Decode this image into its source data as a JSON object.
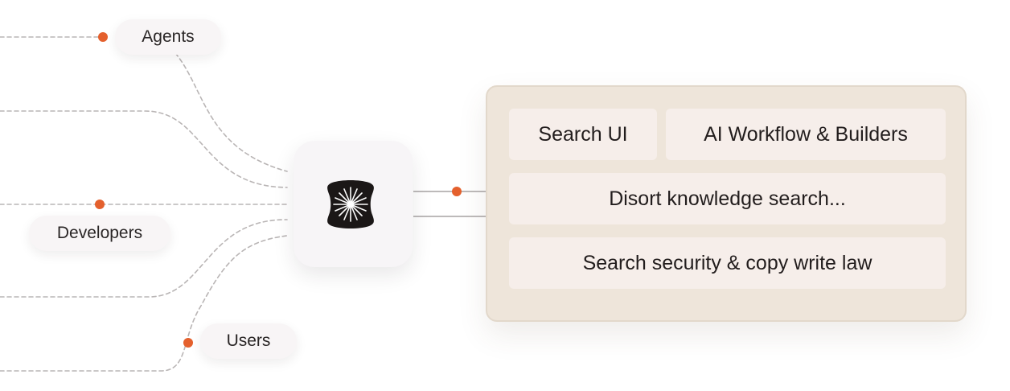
{
  "sources": {
    "agents": "Agents",
    "developers": "Developers",
    "users": "Users"
  },
  "hub": {
    "icon": "star-burst-logo-icon"
  },
  "capabilities": {
    "search_ui": "Search UI",
    "ai_workflow": "AI Workflow & Builders",
    "knowledge_search": "Disort knowledge search...",
    "security": "Search security & copy write law"
  },
  "colors": {
    "accent_dot": "#e4602d",
    "dashed_line": "#b9b5b5",
    "panel_background": "#eee5da",
    "panel_border": "#e2d8cb",
    "capability_background": "#f6eeea",
    "pill_background": "#f8f5f6",
    "hub_background": "#f7f5f7",
    "logo_background": "#1b1717"
  }
}
